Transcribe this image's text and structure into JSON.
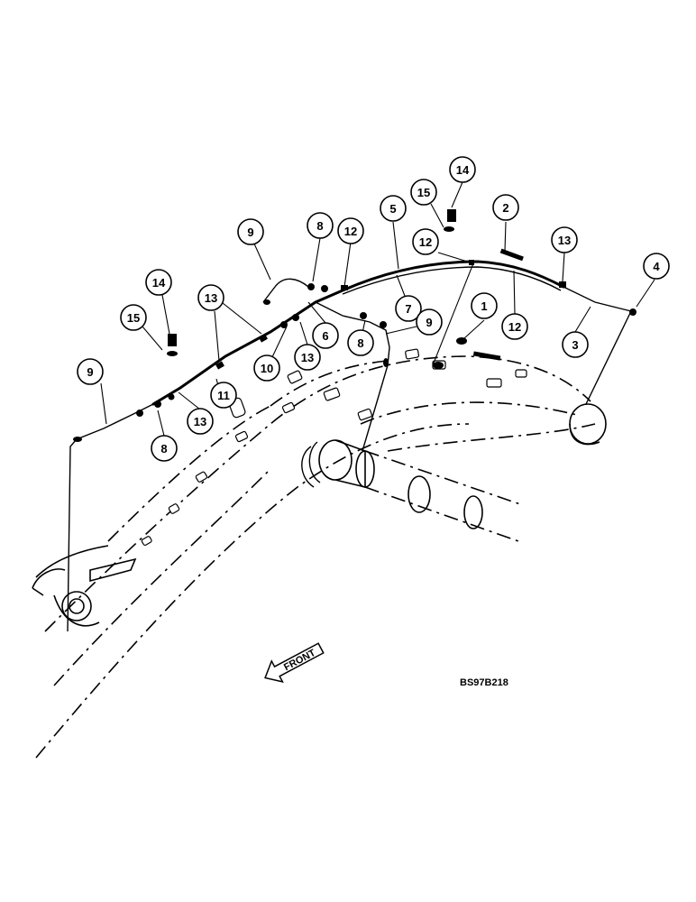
{
  "callouts": [
    {
      "id": "c1",
      "label": "1"
    },
    {
      "id": "c2",
      "label": "2"
    },
    {
      "id": "c3",
      "label": "3"
    },
    {
      "id": "c4",
      "label": "4"
    },
    {
      "id": "c5",
      "label": "5"
    },
    {
      "id": "c6",
      "label": "6"
    },
    {
      "id": "c7",
      "label": "7"
    },
    {
      "id": "c8a",
      "label": "8"
    },
    {
      "id": "c8b",
      "label": "8"
    },
    {
      "id": "c8c",
      "label": "8"
    },
    {
      "id": "c9a",
      "label": "9"
    },
    {
      "id": "c9b",
      "label": "9"
    },
    {
      "id": "c9c",
      "label": "9"
    },
    {
      "id": "c10",
      "label": "10"
    },
    {
      "id": "c11",
      "label": "11"
    },
    {
      "id": "c12a",
      "label": "12"
    },
    {
      "id": "c12b",
      "label": "12"
    },
    {
      "id": "c12c",
      "label": "12"
    },
    {
      "id": "c13a",
      "label": "13"
    },
    {
      "id": "c13b",
      "label": "13"
    },
    {
      "id": "c13c",
      "label": "13"
    },
    {
      "id": "c13d",
      "label": "13"
    },
    {
      "id": "c14a",
      "label": "14"
    },
    {
      "id": "c14b",
      "label": "14"
    },
    {
      "id": "c15a",
      "label": "15"
    },
    {
      "id": "c15b",
      "label": "15"
    }
  ],
  "direction_arrow": {
    "label": "FRONT"
  },
  "drawing_code": "BS97B218"
}
